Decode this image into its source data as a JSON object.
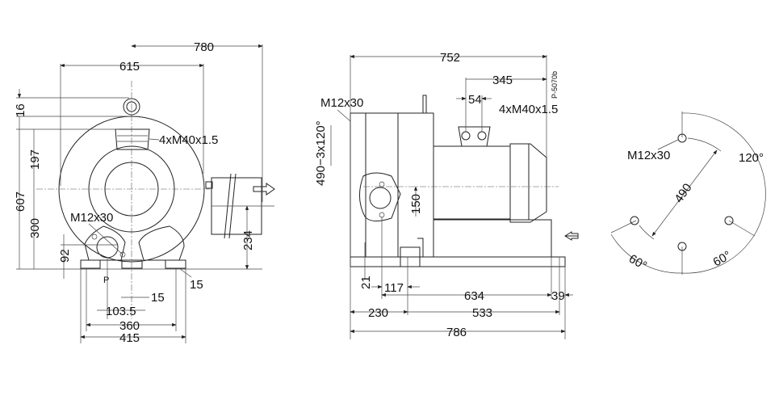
{
  "drawing_id": "P-5070b",
  "front_view": {
    "dims": {
      "d780": "780",
      "d615": "615",
      "d16": "16",
      "d607": "607",
      "d197": "197",
      "d300": "300",
      "d92": "92",
      "d234": "234",
      "d15a": "15",
      "d15b": "15",
      "d103": "103.5",
      "d360": "360",
      "d415": "415"
    },
    "port_label": "4xM40x1.5",
    "bolt_label": "M12x30",
    "p_label": "P"
  },
  "side_view": {
    "dims": {
      "d752": "752",
      "d345": "345",
      "d54": "54",
      "d150": "150",
      "d21": "21",
      "d117": "117",
      "d634": "634",
      "d39": "39",
      "d230": "230",
      "d533": "533",
      "d786": "786"
    },
    "port_label": "4xM40x1.5",
    "bolt_label": "M12x30",
    "pattern_label": "490−3x120°"
  },
  "flange_view": {
    "bolt_label": "M12x30",
    "d490": "490",
    "a120": "120°",
    "a60l": "60°",
    "a60r": "60°"
  }
}
